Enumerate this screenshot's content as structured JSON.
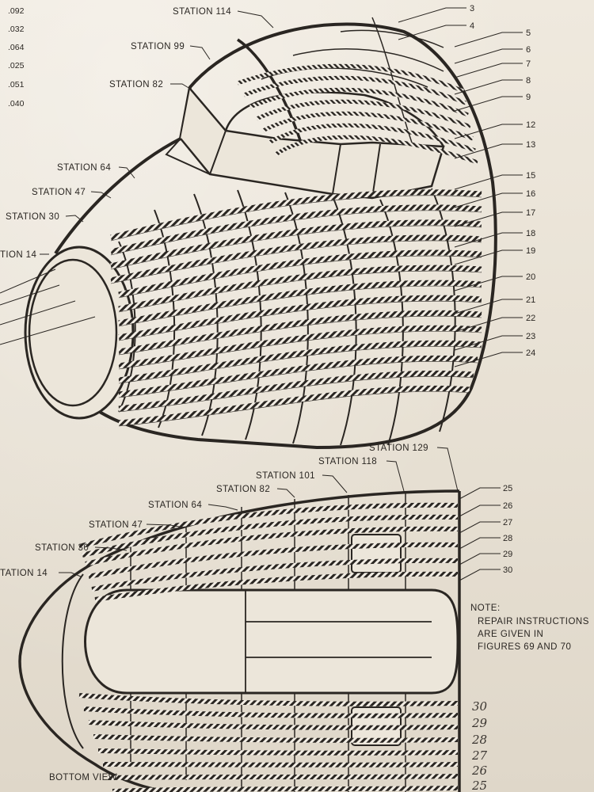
{
  "gauges": [
    ".092",
    ".032",
    ".064",
    ".025",
    ".051",
    ".040"
  ],
  "top_view": {
    "stations": [
      "STATION 114",
      "STATION 99",
      "STATION 82",
      "STATION 64",
      "STATION 47",
      "STATION 30",
      "TION 14"
    ],
    "callouts": [
      "3",
      "4",
      "5",
      "6",
      "7",
      "8",
      "9",
      "12",
      "13",
      "15",
      "16",
      "17",
      "18",
      "19",
      "20",
      "21",
      "22",
      "23",
      "24"
    ]
  },
  "bottom_view": {
    "stations": [
      "STATION 129",
      "STATION 118",
      "STATION 101",
      "STATION 82",
      "STATION 64",
      "STATION 47",
      "STATION 30",
      "TATION 14"
    ],
    "callouts": [
      "25",
      "26",
      "27",
      "28",
      "29",
      "30"
    ],
    "label": "BOTTOM VIEW"
  },
  "note": {
    "heading": "NOTE:",
    "lines": [
      "REPAIR INSTRUCTIONS",
      "ARE GIVEN IN",
      "FIGURES 69 AND 70"
    ]
  },
  "handwritten": [
    "30",
    "29",
    "28",
    "27",
    "26",
    "25"
  ],
  "colors": {
    "ink": "#2a2622",
    "paper": "#e9e2d6"
  }
}
